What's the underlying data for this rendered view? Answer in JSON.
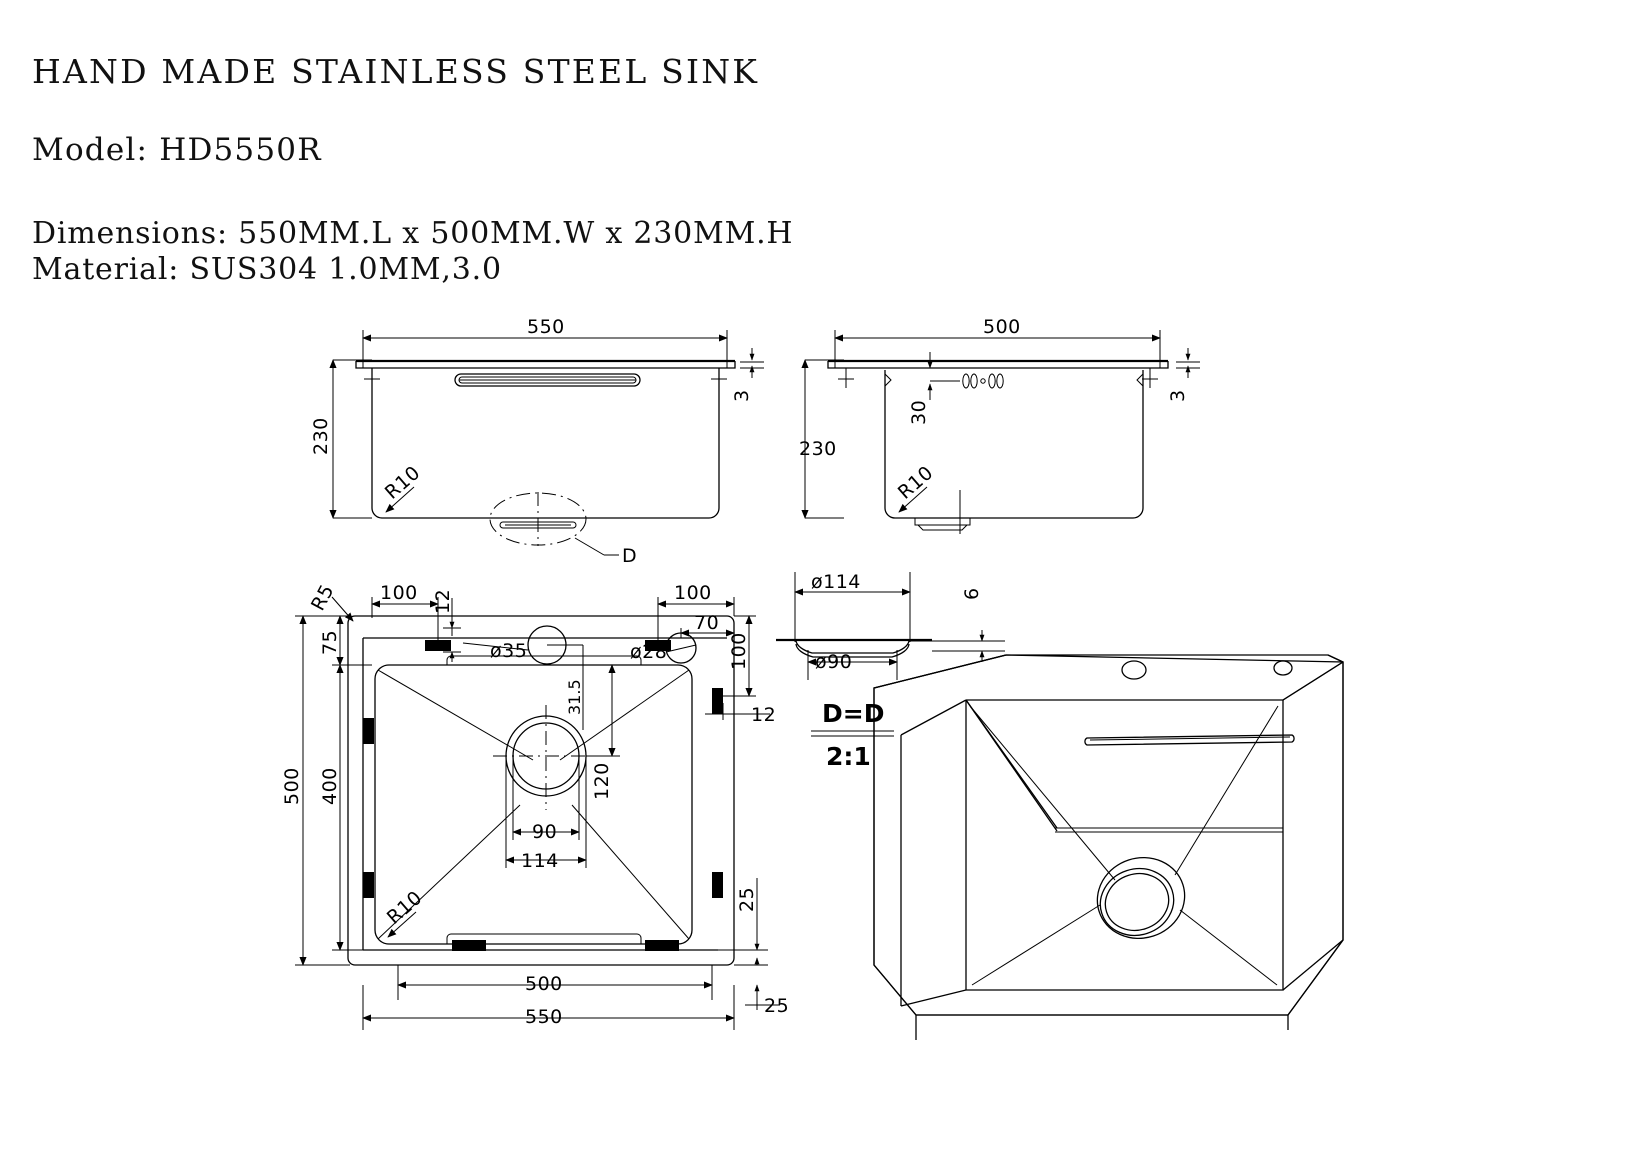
{
  "document": {
    "title": "HAND MADE STAINLESS STEEL SINK",
    "model_label": "Model: HD5550R",
    "dimensions_label": "Dimensions: 550MM.L x 500MM.W x 230MM.H",
    "material_label": "Material: SUS304 1.0MM,3.0"
  },
  "views": {
    "front": {
      "name": "front-elevation",
      "width_dim": "550",
      "height_dim": "230",
      "rim_thickness_dim": "3",
      "corner_radius": "R10",
      "detail_callout": "D"
    },
    "side": {
      "name": "side-elevation",
      "width_dim": "500",
      "height_dim": "230",
      "rim_thickness_dim": "3",
      "overflow_offset_dim": "30",
      "corner_radius": "R10"
    },
    "plan": {
      "name": "top-plan-view",
      "corner_radius_rim": "R5",
      "corner_radius_bowl": "R10",
      "tap_hole_large": "ø35",
      "tap_hole_small": "ø28",
      "left_clip_offset": "100",
      "right_clip_offset": "100",
      "clip_width_left": "12",
      "clip_width_right": "12",
      "small_hole_offset": "70",
      "right_edge_offset": "100",
      "tap_hole_to_bowl": "31.5",
      "top_margin": "75",
      "overall_width": "500",
      "bowl_width": "400",
      "drain_center_from_back": "120",
      "drain_inner": "90",
      "drain_outer": "114",
      "rim_lip_right": "25",
      "rim_lip_bottom": "25",
      "bowl_length": "500",
      "overall_length": "550"
    },
    "detail": {
      "name": "detail-D-D",
      "label": "D=D",
      "scale": "2:1",
      "outer_dia": "ø114",
      "inner_dia": "ø90",
      "depth": "6"
    },
    "iso": {
      "name": "isometric-3d-view"
    }
  },
  "colors": {
    "line": "#000000",
    "background": "#ffffff"
  }
}
